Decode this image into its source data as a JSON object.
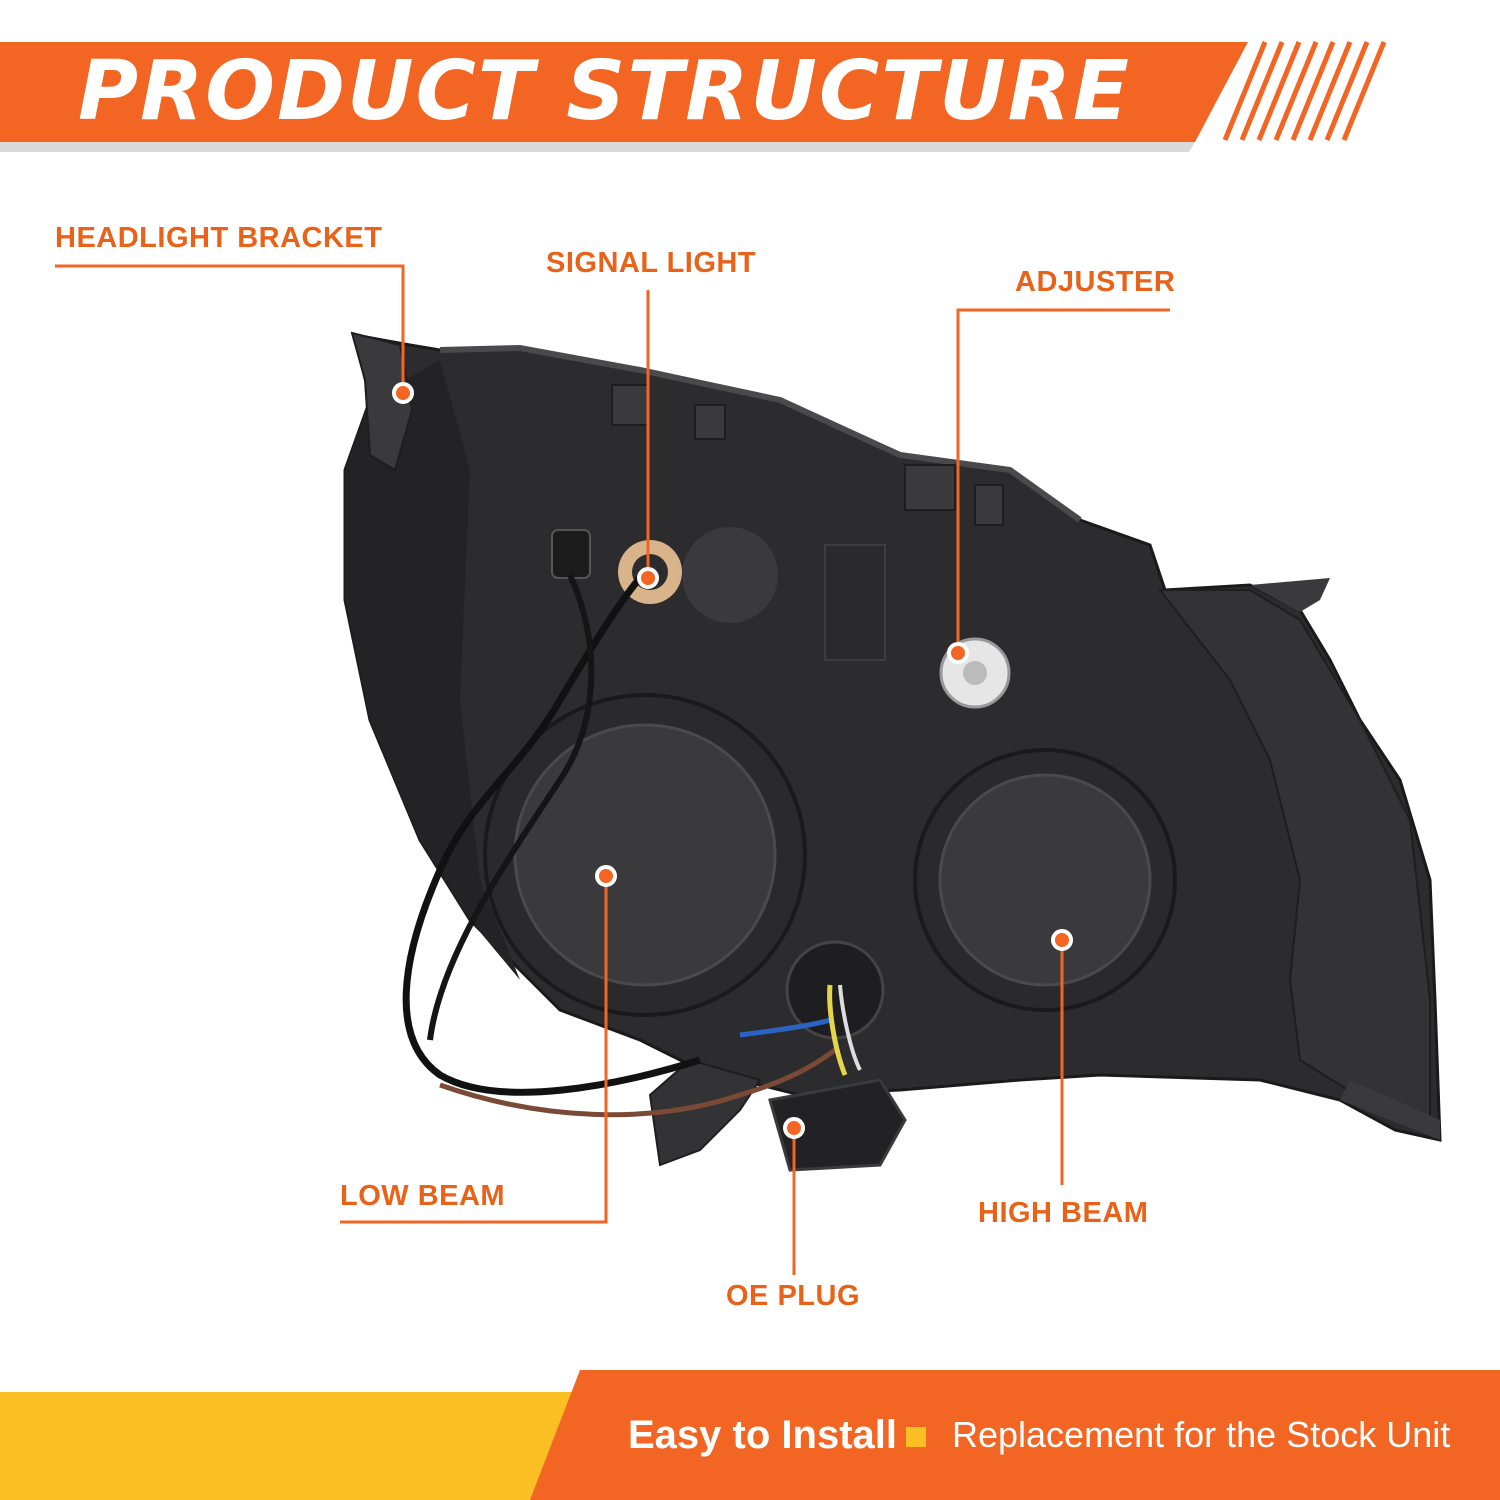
{
  "banner": {
    "title": "PRODUCT STRUCTURE"
  },
  "callouts": {
    "headlight_bracket": "HEADLIGHT BRACKET",
    "signal_light": "SIGNAL LIGHT",
    "adjuster": "ADJUSTER",
    "low_beam": "LOW BEAM",
    "oe_plug": "OE PLUG",
    "high_beam": "HIGH BEAM"
  },
  "footer": {
    "feature_primary": "Easy to Install",
    "feature_secondary": "Replacement for the Stock Unit"
  },
  "colors": {
    "accent_orange": "#f26522",
    "label_orange": "#e8621a",
    "footer_yellow": "#fbbf24",
    "housing_dark": "#2c2c2e"
  }
}
